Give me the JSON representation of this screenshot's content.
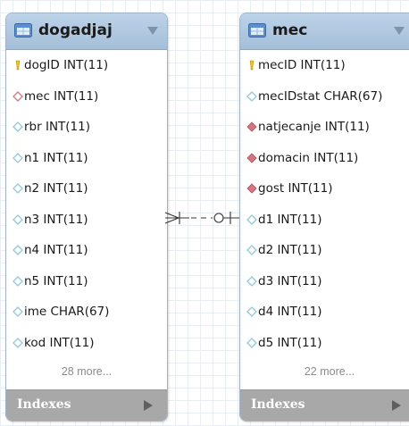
{
  "tables": [
    {
      "name": "dogadjaj",
      "columns": [
        {
          "text": "dogID INT(11)",
          "icon": "primary-key-icon"
        },
        {
          "text": "mec INT(11)",
          "icon": "foreign-key-icon"
        },
        {
          "text": "rbr INT(11)",
          "icon": "column-icon"
        },
        {
          "text": "n1 INT(11)",
          "icon": "column-icon"
        },
        {
          "text": "n2 INT(11)",
          "icon": "column-icon"
        },
        {
          "text": "n3 INT(11)",
          "icon": "column-icon"
        },
        {
          "text": "n4 INT(11)",
          "icon": "column-icon"
        },
        {
          "text": "n5 INT(11)",
          "icon": "column-icon"
        },
        {
          "text": "ime CHAR(67)",
          "icon": "column-icon"
        },
        {
          "text": "kod INT(11)",
          "icon": "column-icon"
        }
      ],
      "more": "28 more...",
      "indexes_label": "Indexes"
    },
    {
      "name": "mec",
      "columns": [
        {
          "text": "mecID INT(11)",
          "icon": "primary-key-icon"
        },
        {
          "text": "mecIDstat CHAR(67)",
          "icon": "column-icon"
        },
        {
          "text": "natjecanje INT(11)",
          "icon": "foreign-key-filled-icon"
        },
        {
          "text": "domacin INT(11)",
          "icon": "foreign-key-filled-icon"
        },
        {
          "text": "gost INT(11)",
          "icon": "foreign-key-filled-icon"
        },
        {
          "text": "d1 INT(11)",
          "icon": "column-icon"
        },
        {
          "text": "d2 INT(11)",
          "icon": "column-icon"
        },
        {
          "text": "d3 INT(11)",
          "icon": "column-icon"
        },
        {
          "text": "d4 INT(11)",
          "icon": "column-icon"
        },
        {
          "text": "d5 INT(11)",
          "icon": "column-icon"
        }
      ],
      "more": "22 more...",
      "indexes_label": "Indexes"
    }
  ],
  "relationship": {
    "from": "dogadjaj",
    "to": "mec",
    "from_cardinality": "many (crow's foot, mandatory)",
    "to_cardinality": "zero or one",
    "line_style": "dashed"
  },
  "colors": {
    "header": "#a4bfd9",
    "primary_key": "#f2c21b",
    "foreign_key": "#d9737f",
    "column": "#8fc8e0",
    "indexes_bar": "#a8a8a8"
  }
}
